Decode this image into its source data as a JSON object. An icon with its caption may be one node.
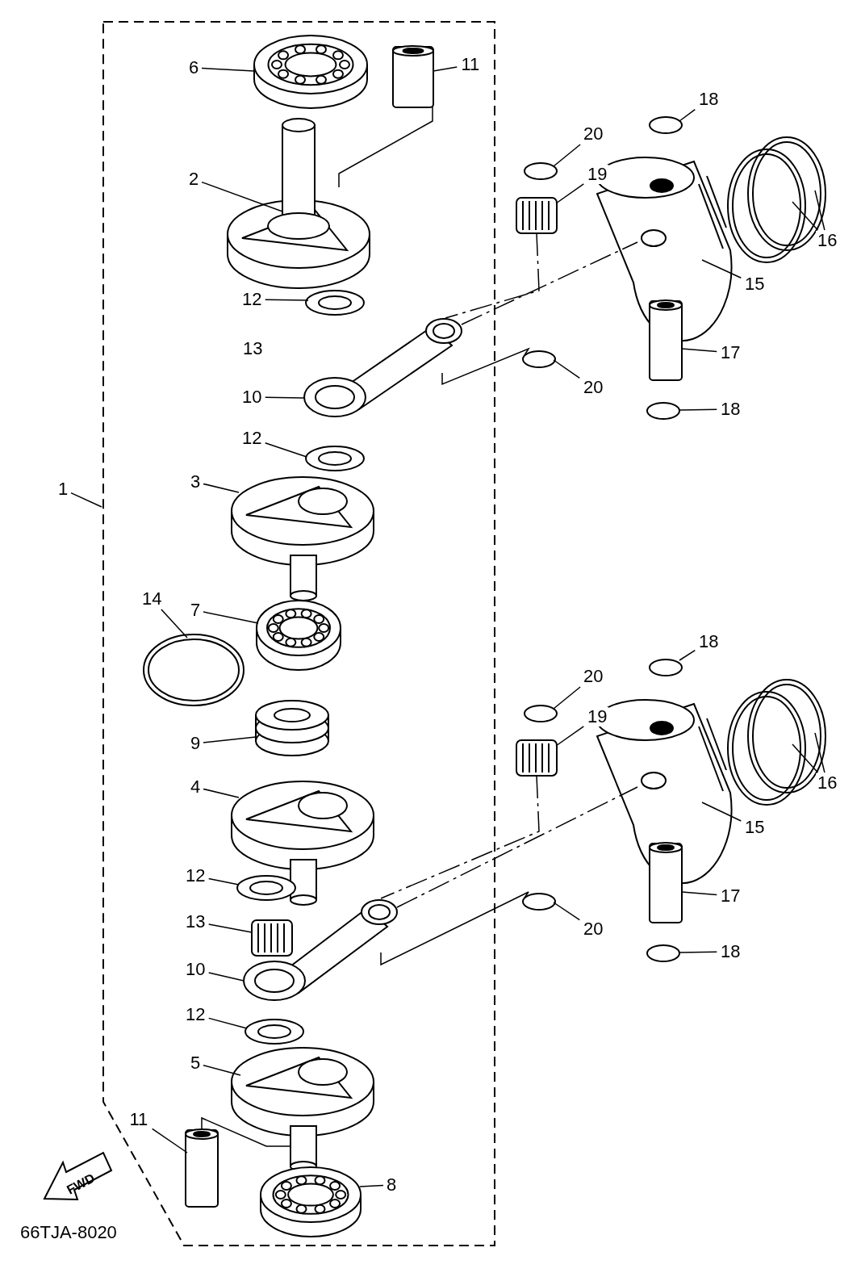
{
  "diagram": {
    "nodes": [
      {
        "text": [
          "6"
        ]
      },
      {
        "text": [
          "11"
        ]
      },
      {
        "text": [
          "2"
        ]
      },
      {
        "text": [
          "20"
        ]
      },
      {
        "text": [
          "18"
        ]
      },
      {
        "text": [
          "19"
        ]
      },
      {
        "text": [
          "16"
        ]
      },
      {
        "text": [
          "15"
        ]
      },
      {
        "text": [
          "12"
        ]
      },
      {
        "text": [
          "17"
        ]
      },
      {
        "text": [
          "10"
        ]
      },
      {
        "text": [
          "20"
        ]
      },
      {
        "text": [
          "18"
        ]
      },
      {
        "text": [
          "12"
        ]
      },
      {
        "text": [
          "1"
        ]
      },
      {
        "text": [
          "3"
        ]
      },
      {
        "text": [
          "14"
        ]
      },
      {
        "text": [
          "7"
        ]
      },
      {
        "text": [
          "18"
        ]
      },
      {
        "text": [
          "20"
        ]
      },
      {
        "text": [
          "19"
        ]
      },
      {
        "text": [
          "9"
        ]
      },
      {
        "text": [
          "16"
        ]
      },
      {
        "text": [
          "4"
        ]
      },
      {
        "text": [
          "15"
        ]
      },
      {
        "text": [
          "12"
        ]
      },
      {
        "text": [
          "17"
        ]
      },
      {
        "text": [
          "13"
        ]
      },
      {
        "text": [
          "20"
        ]
      },
      {
        "text": [
          "10"
        ]
      },
      {
        "text": [
          "18"
        ]
      },
      {
        "text": [
          "12"
        ]
      },
      {
        "text": [
          "5"
        ]
      },
      {
        "text": [
          "11"
        ]
      },
      {
        "text": [
          "8"
        ]
      },
      {
        "text": [],
        "shape": "picture"
      },
      {
        "text": [],
        "shape": "picture"
      },
      {
        "text": [],
        "shape": "circle"
      },
      {
        "text": [],
        "shape": "circle"
      },
      {
        "text": [],
        "shape": "picture"
      },
      {
        "text": [],
        "shape": "picture"
      },
      {
        "text": [],
        "shape": "picture"
      },
      {
        "text": [],
        "shape": "picture"
      },
      {
        "text": [],
        "shape": "picture"
      },
      {
        "text": [],
        "shape": "picture"
      },
      {
        "text": [],
        "shape": "picture"
      },
      {
        "text": [],
        "shape": "picture"
      },
      {
        "text": [],
        "shape": "circle"
      },
      {
        "text": [],
        "shape": "circle"
      },
      {
        "text": [],
        "shape": "picture"
      },
      {
        "text": [],
        "shape": "picture"
      },
      {
        "text": [],
        "shape": "picture"
      },
      {
        "text": [],
        "shape": "picture"
      },
      {
        "text": [],
        "shape": "circle"
      },
      {
        "text": [],
        "shape": "circle"
      },
      {
        "text": [],
        "shape": "picture"
      },
      {
        "text": [],
        "shape": "picture"
      },
      {
        "text": [],
        "shape": "picture"
      },
      {
        "text": [],
        "shape": "cylinder"
      },
      {
        "text": [],
        "shape": "picture"
      },
      {
        "text": [],
        "shape": "picture"
      },
      {
        "text": [],
        "shape": "picture"
      },
      {
        "text": [],
        "shape": "picture"
      },
      {
        "text": [],
        "shape": "picture"
      },
      {
        "text": [],
        "shape": "circle"
      },
      {
        "text": [],
        "shape": "picture"
      },
      {
        "text": [],
        "shape": "circle"
      },
      {
        "text": [],
        "shape": "picture"
      },
      {
        "text": [],
        "shape": "picture"
      },
      {
        "text": [],
        "shape": "picture"
      },
      {
        "text": [],
        "shape": "picture"
      },
      {
        "text": [
          "13"
        ]
      }
    ],
    "edges": [
      {
        "from": 0,
        "to": 35,
        "arrow": "none"
      },
      {
        "from": 1,
        "to": 36,
        "arrow": "none"
      },
      {
        "from": 2,
        "to": 39,
        "arrow": "none"
      },
      {
        "from": 3,
        "to": 38,
        "arrow": "none"
      },
      {
        "from": 4,
        "to": 37,
        "arrow": "none"
      },
      {
        "from": 5,
        "to": 40,
        "arrow": "none"
      },
      {
        "from": 6,
        "to": 41,
        "arrow": "none"
      },
      {
        "from": 6,
        "to": 42,
        "arrow": "none"
      },
      {
        "from": 7,
        "to": 43,
        "arrow": "none"
      },
      {
        "from": 8,
        "to": 44,
        "arrow": "none"
      },
      {
        "from": 9,
        "to": 45,
        "arrow": "none"
      },
      {
        "from": 10,
        "to": 46,
        "arrow": "none"
      },
      {
        "from": 11,
        "to": 47,
        "arrow": "none"
      },
      {
        "from": 12,
        "to": 48,
        "arrow": "none"
      },
      {
        "from": 13,
        "to": 49,
        "arrow": "none"
      },
      {
        "from": 14,
        "to": null,
        "arrow": "none"
      },
      {
        "from": 15,
        "to": 50,
        "arrow": "none"
      },
      {
        "from": 16,
        "to": 52,
        "arrow": "none"
      },
      {
        "from": 17,
        "to": 51,
        "arrow": "none"
      },
      {
        "from": 18,
        "to": 53,
        "arrow": "none"
      },
      {
        "from": 19,
        "to": 54,
        "arrow": "none"
      },
      {
        "from": 20,
        "to": 55,
        "arrow": "none"
      },
      {
        "from": 21,
        "to": 58,
        "arrow": "none"
      },
      {
        "from": 22,
        "to": 56,
        "arrow": "none"
      },
      {
        "from": 22,
        "to": 57,
        "arrow": "none"
      },
      {
        "from": 23,
        "to": 60,
        "arrow": "none"
      },
      {
        "from": 24,
        "to": 59,
        "arrow": "none"
      },
      {
        "from": 25,
        "to": 61,
        "arrow": "none"
      },
      {
        "from": 26,
        "to": 62,
        "arrow": "none"
      },
      {
        "from": 27,
        "to": 63,
        "arrow": "none"
      },
      {
        "from": 28,
        "to": 64,
        "arrow": "none"
      },
      {
        "from": 29,
        "to": 65,
        "arrow": "none"
      },
      {
        "from": 30,
        "to": 66,
        "arrow": "none"
      },
      {
        "from": 31,
        "to": 67,
        "arrow": "none"
      },
      {
        "from": 32,
        "to": 68,
        "arrow": "none"
      },
      {
        "from": 33,
        "to": 69,
        "arrow": "none"
      },
      {
        "from": 34,
        "to": 70,
        "arrow": "none"
      },
      {
        "from": 36,
        "to": 39,
        "arrow": "none"
      },
      {
        "from": 40,
        "to": 46,
        "arrow": "none",
        "style": "dashed"
      },
      {
        "from": 46,
        "to": 43,
        "arrow": "none",
        "style": "dashed"
      },
      {
        "from": 47,
        "to": 46,
        "arrow": "none"
      },
      {
        "from": 55,
        "to": 65,
        "arrow": "none",
        "style": "dashed"
      },
      {
        "from": 65,
        "to": 59,
        "arrow": "none",
        "style": "dashed"
      },
      {
        "from": 64,
        "to": 65,
        "arrow": "none"
      },
      {
        "from": 69,
        "to": 68,
        "arrow": "none"
      }
    ],
    "labels": [
      "FWD",
      "66TJA-8020"
    ]
  }
}
